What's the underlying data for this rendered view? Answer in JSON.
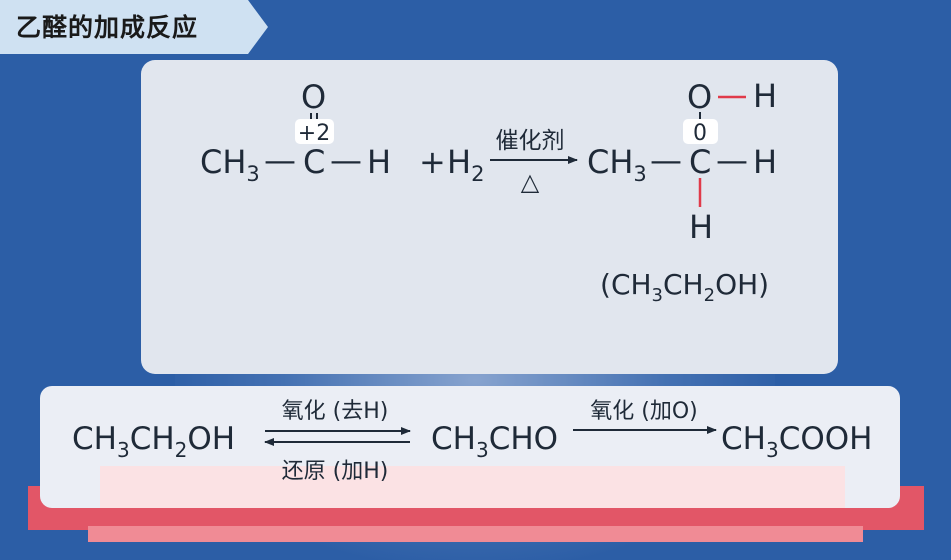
{
  "title": "乙醛的加成反应",
  "reaction": {
    "reactant": {
      "ch3": "CH",
      "ch3_sub": "3",
      "bond": "—",
      "carbon": "C",
      "oxygen": "O",
      "hydrogen": "H",
      "oxidation_state": "+2"
    },
    "plus_h2": {
      "plus": "+",
      "h": "H",
      "sub": "2"
    },
    "catalyst": "催化剂",
    "heat_symbol": "△",
    "product": {
      "ch3": "CH",
      "ch3_sub": "3",
      "bond": "—",
      "carbon": "C",
      "oxygen": "O",
      "hydrogen": "H",
      "oxidation_state": "0"
    },
    "product_formula": {
      "open": "(",
      "p1": "CH",
      "s1": "3",
      "p2": "CH",
      "s2": "2",
      "p3": "OH",
      "close": ")"
    }
  },
  "chain": {
    "ethanol": {
      "p1": "CH",
      "s1": "3",
      "p2": "CH",
      "s2": "2",
      "p3": "OH"
    },
    "forward_label": "氧化 (去H)",
    "reverse_label": "还原 (加H)",
    "acetaldehyde": {
      "p1": "CH",
      "s1": "3",
      "p2": "CHO"
    },
    "oxidation_label": "氧化 (加O)",
    "acetic_acid": {
      "p1": "CH",
      "s1": "3",
      "p2": "COOH"
    }
  },
  "colors": {
    "background": "#2c5ea6",
    "bond_highlight": "#e03a4a"
  }
}
